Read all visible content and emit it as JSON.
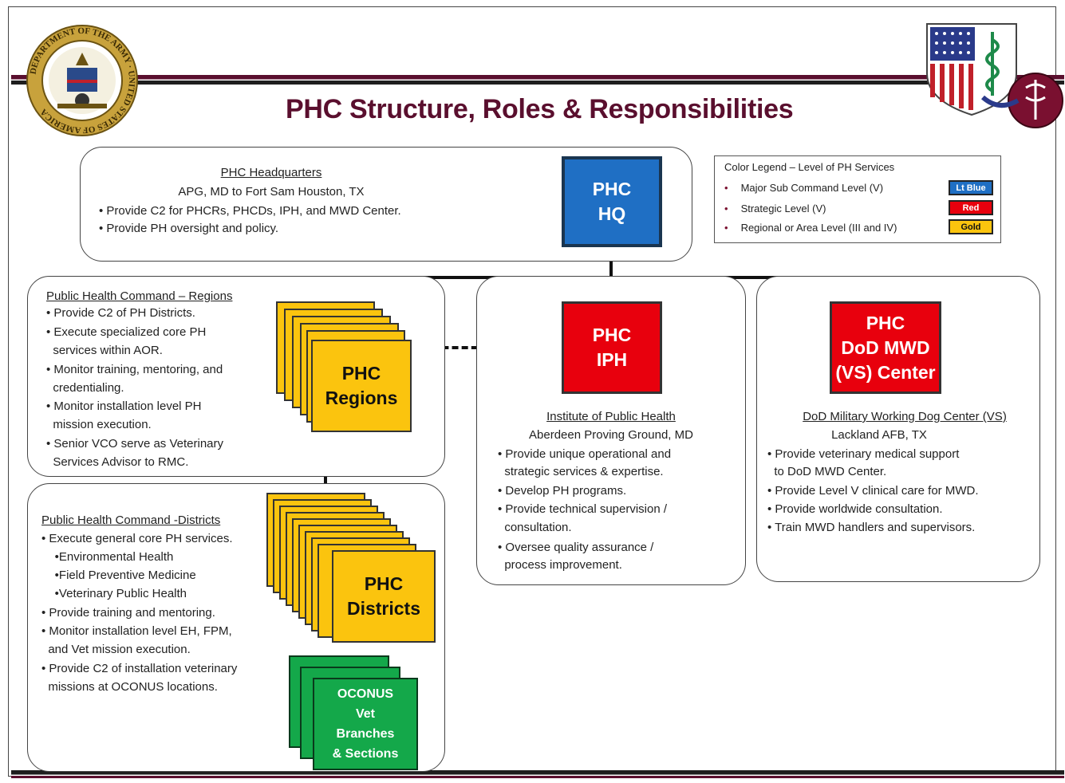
{
  "title": "PHC Structure, Roles & Responsibilities",
  "colors": {
    "maroon": "#5a0f2e",
    "lt_blue": "#1f6fc4",
    "red": "#e8000d",
    "gold": "#fbc40e",
    "green": "#14a84a"
  },
  "emblems": {
    "left": "army-seal-icon",
    "right": "medical-crest-icon",
    "army_seal_text": "DEPARTMENT OF THE ARMY · UNITED STATES OF AMERICA"
  },
  "hq_panel": {
    "heading": "PHC Headquarters",
    "location": "APG, MD to Fort Sam Houston, TX",
    "bullets": [
      "Provide C2 for PHCRs, PHCDs, IPH, and MWD Center.",
      "Provide PH oversight and policy."
    ]
  },
  "legend": {
    "title": "Color Legend – Level of PH Services",
    "items": [
      {
        "label": "Major Sub Command Level (V)",
        "swatch": "Lt Blue"
      },
      {
        "label": "Strategic Level (V)",
        "swatch": "Red"
      },
      {
        "label": "Regional or Area Level (III and IV)",
        "swatch": "Gold"
      }
    ]
  },
  "boxes": {
    "hq": "PHC\nHQ",
    "regions": "PHC\nRegions",
    "iph": "PHC\nIPH",
    "mwd": "PHC\nDoD MWD\n(VS) Center",
    "districts": "PHC\nDistricts",
    "oconus": "OCONUS\nVet\nBranches\n& Sections"
  },
  "regions_panel": {
    "heading": "Public Health Command – Regions",
    "lines": [
      "• Provide C2 of PH Districts.",
      "• Execute specialized core PH",
      "  services within AOR.",
      "• Monitor training, mentoring, and",
      "  credentialing.",
      "• Monitor installation level PH",
      "  mission execution.",
      "• Senior VCO serve as Veterinary",
      "  Services Advisor to RMC."
    ]
  },
  "districts_panel": {
    "heading": "Public Health Command -Districts",
    "lines": [
      "• Execute general core PH services.",
      "    •Environmental Health",
      "    •Field Preventive Medicine",
      "    •Veterinary Public Health",
      "• Provide training and mentoring.",
      "• Monitor installation level EH, FPM,",
      "  and Vet mission execution.",
      "• Provide C2 of installation veterinary",
      "  missions at OCONUS locations."
    ]
  },
  "iph_panel": {
    "heading": "Institute of Public Health",
    "location": "Aberdeen Proving Ground, MD",
    "lines": [
      "• Provide unique operational and",
      "  strategic services & expertise.",
      "• Develop PH programs.",
      "• Provide technical supervision /",
      "  consultation.",
      "• Oversee quality assurance /",
      "  process improvement."
    ]
  },
  "mwd_panel": {
    "heading": "DoD Military Working Dog Center (VS)",
    "location": "Lackland AFB, TX",
    "lines": [
      "• Provide veterinary medical support",
      "  to DoD MWD Center.",
      "• Provide Level V clinical care for MWD.",
      "• Provide worldwide consultation.",
      "• Train MWD handlers and supervisors."
    ]
  }
}
